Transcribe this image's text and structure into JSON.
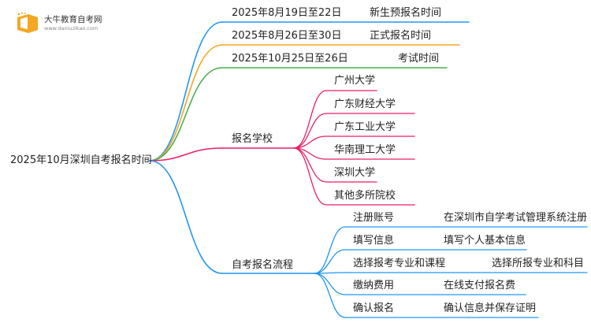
{
  "logo": {
    "name": "大牛教育自考网",
    "url": "www.daniuzikao.com",
    "icon": "book-icon",
    "colors": {
      "book": "#f5a623",
      "page": "#ffffff",
      "dots": "#ff9500"
    }
  },
  "mindmap": {
    "root": "2025年10月深圳自考报名时间",
    "timeline": [
      {
        "date": "2025年8月19日至22日",
        "label": "新生预报名时间",
        "color": "#2196f3"
      },
      {
        "date": "2025年8月26日至30日",
        "label": "正式报名时间",
        "color": "#f5a623"
      },
      {
        "date": "2025年10月25日至26日",
        "label": "考试时间",
        "color": "#4caf50"
      }
    ],
    "schools": {
      "label": "报名学校",
      "color": "#e91e63",
      "items": [
        "广州大学",
        "广东财经大学",
        "广东工业大学",
        "华南理工大学",
        "深圳大学",
        "其他多所院校"
      ]
    },
    "process": {
      "label": "自考报名流程",
      "color": "#2196f3",
      "steps": [
        {
          "step": "注册账号",
          "detail": "在深圳市自学考试管理系统注册"
        },
        {
          "step": "填写信息",
          "detail": "填写个人基本信息"
        },
        {
          "step": "选择报考专业和课程",
          "detail": "选择所报专业和科目"
        },
        {
          "step": "缴纳费用",
          "detail": "在线支付报名费"
        },
        {
          "step": "确认报名",
          "detail": "确认信息并保存证明"
        }
      ]
    }
  }
}
